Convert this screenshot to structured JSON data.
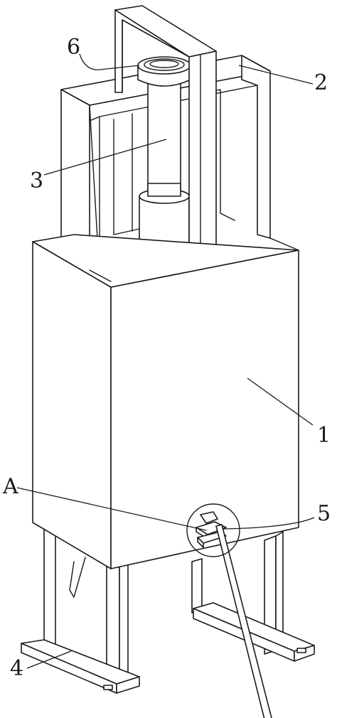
{
  "labels": {
    "body": "1",
    "top_frame": "2",
    "cylinder": "3",
    "legs": "4",
    "lever": "5",
    "bearing_ring": "6",
    "detail": "A"
  }
}
